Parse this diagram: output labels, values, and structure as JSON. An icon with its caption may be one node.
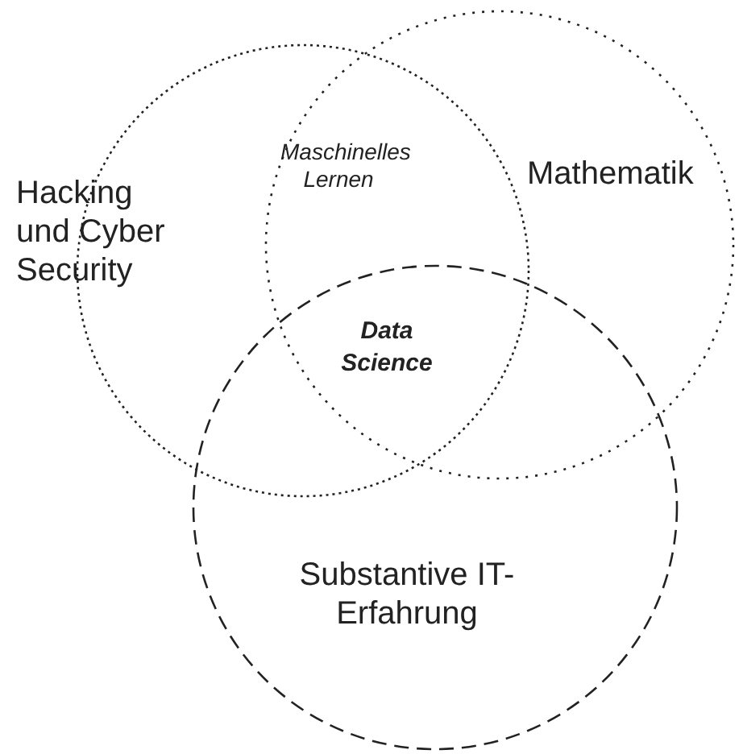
{
  "diagram": {
    "nodes": [
      {
        "text": [
          "Hacking und Cyber Security"
        ]
      },
      {
        "text": [
          "Mathematik"
        ]
      },
      {
        "text": [
          "Substantive IT-Erfahrung"
        ]
      }
    ],
    "labels": [
      "Maschinelles Lernen",
      "Data Science"
    ]
  }
}
